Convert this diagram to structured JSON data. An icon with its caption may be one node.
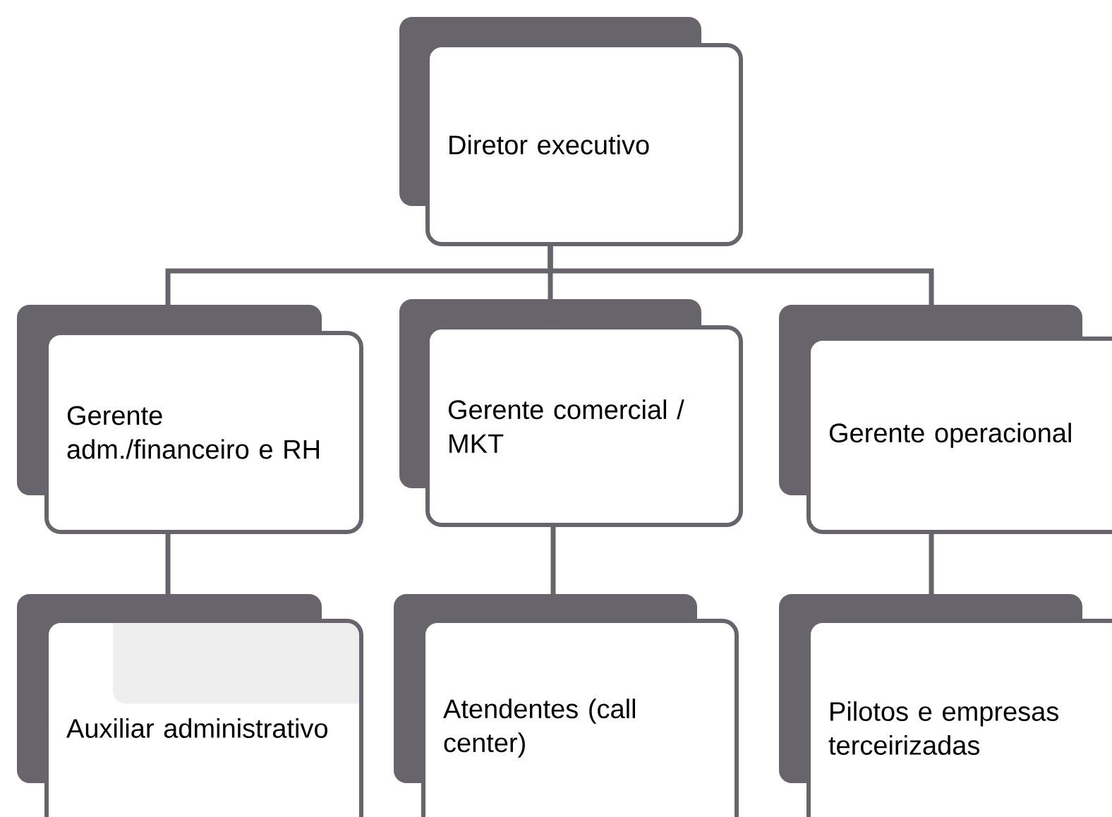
{
  "diagram": {
    "nodes": [
      {
        "text": [
          "Diretor executivo"
        ]
      },
      {
        "text": [
          "Gerente adm./financeiro e RH"
        ]
      },
      {
        "text": [
          "Gerente comercial / MKT"
        ]
      },
      {
        "text": [
          "Gerente operacional"
        ]
      },
      {
        "text": [
          "Auxiliar administrativo"
        ]
      },
      {
        "text": [
          "Atendentes (call center)"
        ]
      },
      {
        "text": [
          "Pilotos e empresas terceirizadas"
        ]
      }
    ],
    "edges": [
      {
        "from": 0,
        "to": 1,
        "arrow": "none"
      },
      {
        "from": 0,
        "to": 2,
        "arrow": "none"
      },
      {
        "from": 0,
        "to": 3,
        "arrow": "none"
      },
      {
        "from": 1,
        "to": 4,
        "arrow": "none"
      },
      {
        "from": 2,
        "to": 5,
        "arrow": "none"
      },
      {
        "from": 3,
        "to": 6,
        "arrow": "none"
      }
    ]
  }
}
